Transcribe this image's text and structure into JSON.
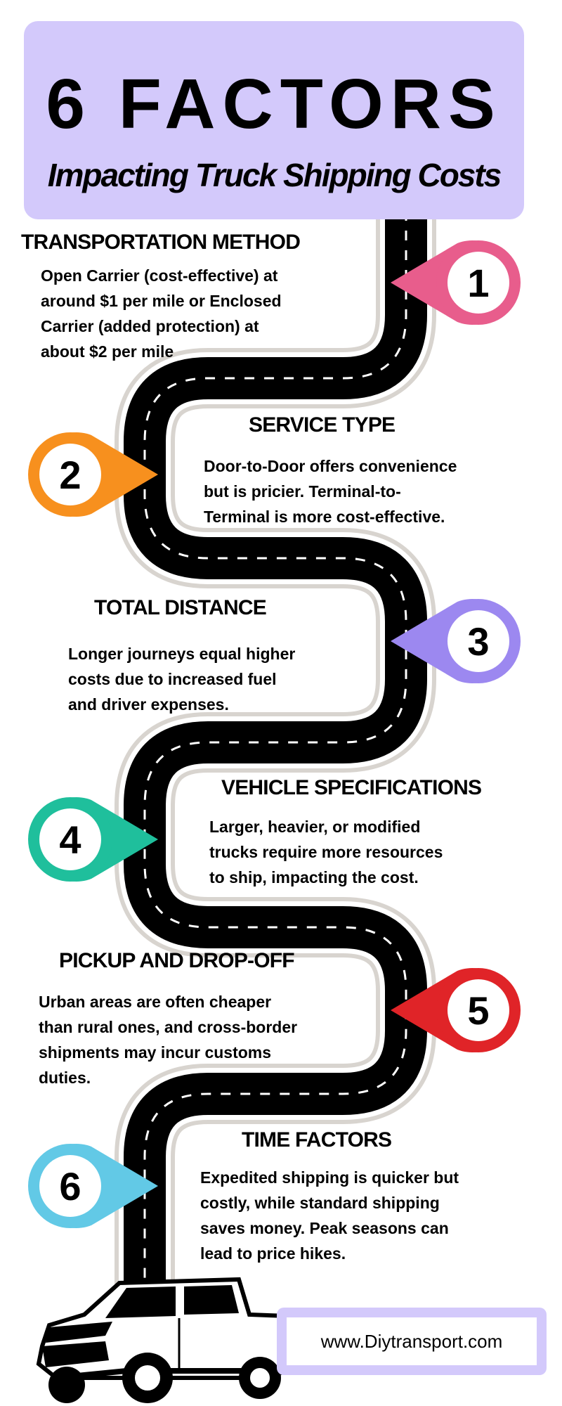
{
  "header": {
    "title": "6 FACTORS",
    "subtitle": "Impacting Truck Shipping Costs"
  },
  "factors": [
    {
      "number": "1",
      "color": "#e85d8c",
      "heading": "TRANSPORTATION METHOD",
      "lines": [
        "Open Carrier (cost-effective) at",
        "around $1 per mile or Enclosed",
        "Carrier (added protection) at",
        "about $2 per mile"
      ]
    },
    {
      "number": "2",
      "color": "#f7901e",
      "heading": "SERVICE TYPE",
      "lines": [
        "Door-to-Door offers convenience",
        "but is pricier. Terminal-to-",
        "Terminal is more cost-effective."
      ]
    },
    {
      "number": "3",
      "color": "#9c88f0",
      "heading": "TOTAL DISTANCE",
      "lines": [
        "Longer journeys equal higher",
        "costs due to increased fuel",
        "and driver expenses."
      ]
    },
    {
      "number": "4",
      "color": "#1fbf9c",
      "heading": "VEHICLE SPECIFICATIONS",
      "lines": [
        "Larger, heavier, or modified",
        "trucks require more resources",
        "to ship, impacting the cost."
      ]
    },
    {
      "number": "5",
      "color": "#e02428",
      "heading": "PICKUP AND DROP-OFF",
      "lines": [
        "Urban areas are often cheaper",
        "than rural ones, and cross-border",
        "shipments may incur customs",
        "duties."
      ]
    },
    {
      "number": "6",
      "color": "#62c9e6",
      "heading": "TIME FACTORS",
      "lines": [
        "Expedited shipping is quicker but",
        "costly, while standard shipping",
        "saves money. Peak seasons can",
        "lead to price hikes."
      ]
    }
  ],
  "footer": {
    "website": "www.Diytransport.com"
  },
  "icons": {
    "road": "winding-road",
    "pin": "map-pin",
    "truck": "pickup-truck"
  },
  "colors": {
    "title_bg": "#d3c9fb",
    "road": "#000000",
    "road_edge": "#d8d4cf"
  }
}
